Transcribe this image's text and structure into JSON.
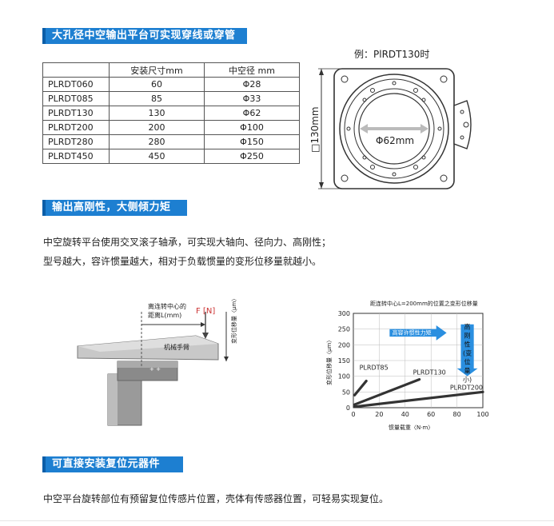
{
  "banners": {
    "hollow": "大孔径中空输出平台可实现穿线或穿管",
    "rigidity": "输出高刚性，大侧倾力矩",
    "reset": "可直接安装复位元器件"
  },
  "spec_table": {
    "headers": [
      "",
      "安装尺寸mm",
      "中空径 mm"
    ],
    "rows": [
      [
        "PLRDT060",
        "60",
        "Φ28"
      ],
      [
        "PLRDT085",
        "85",
        "Φ33"
      ],
      [
        "PLRDT130",
        "130",
        "Φ62"
      ],
      [
        "PLRDT200",
        "200",
        "Φ100"
      ],
      [
        "PLRDT280",
        "280",
        "Φ150"
      ],
      [
        "PLRDT450",
        "450",
        "Φ250"
      ]
    ]
  },
  "drawing": {
    "example_label": "例：PlRDT130时",
    "size_label": "□130mm",
    "bore_label": "Φ62mm"
  },
  "rigidity_text": {
    "line1": "中空旋转平台使用交叉滚子轴承，可实现大轴向、径向力、高刚性；",
    "line2": "型号越大，容许惯量越大，相对于负载惯量的变形位移量就越小。"
  },
  "side_diagram": {
    "distance_label_1": "离连转中心的",
    "distance_label_2": "距离L(mm)",
    "force_label": "F [N]",
    "arm_label": "机械手臂",
    "displacement_label": "变形位移量〈μm〉"
  },
  "chart_data": {
    "type": "line",
    "title": "距连转中心L=200mm的位置之变形位移量",
    "xlabel": "惯量载重〈N·m〉",
    "ylabel": "变形位移量〈μm〉",
    "xlim": [
      0,
      100
    ],
    "ylim": [
      0,
      300
    ],
    "xticks": [
      0,
      20,
      40,
      60,
      80,
      100
    ],
    "yticks": [
      0,
      50,
      100,
      150,
      200,
      250,
      300
    ],
    "grid": true,
    "series": [
      {
        "name": "PLRDT85",
        "x": [
          1,
          10
        ],
        "y": [
          40,
          85
        ]
      },
      {
        "name": "PLRDT130",
        "x": [
          1,
          51
        ],
        "y": [
          10,
          90
        ]
      },
      {
        "name": "PLRDT200",
        "x": [
          1,
          100
        ],
        "y": [
          3,
          50
        ]
      }
    ],
    "annotations": {
      "inertia_arrow": "高容许惯性力矩",
      "rigidity_arrow": [
        "高",
        "刚",
        "性",
        "(变",
        "位",
        "量",
        "小)"
      ]
    }
  },
  "reset_text": "中空平台旋转部位有预留复位传感片位置，壳体有传感器位置，可轻易实现复位。"
}
